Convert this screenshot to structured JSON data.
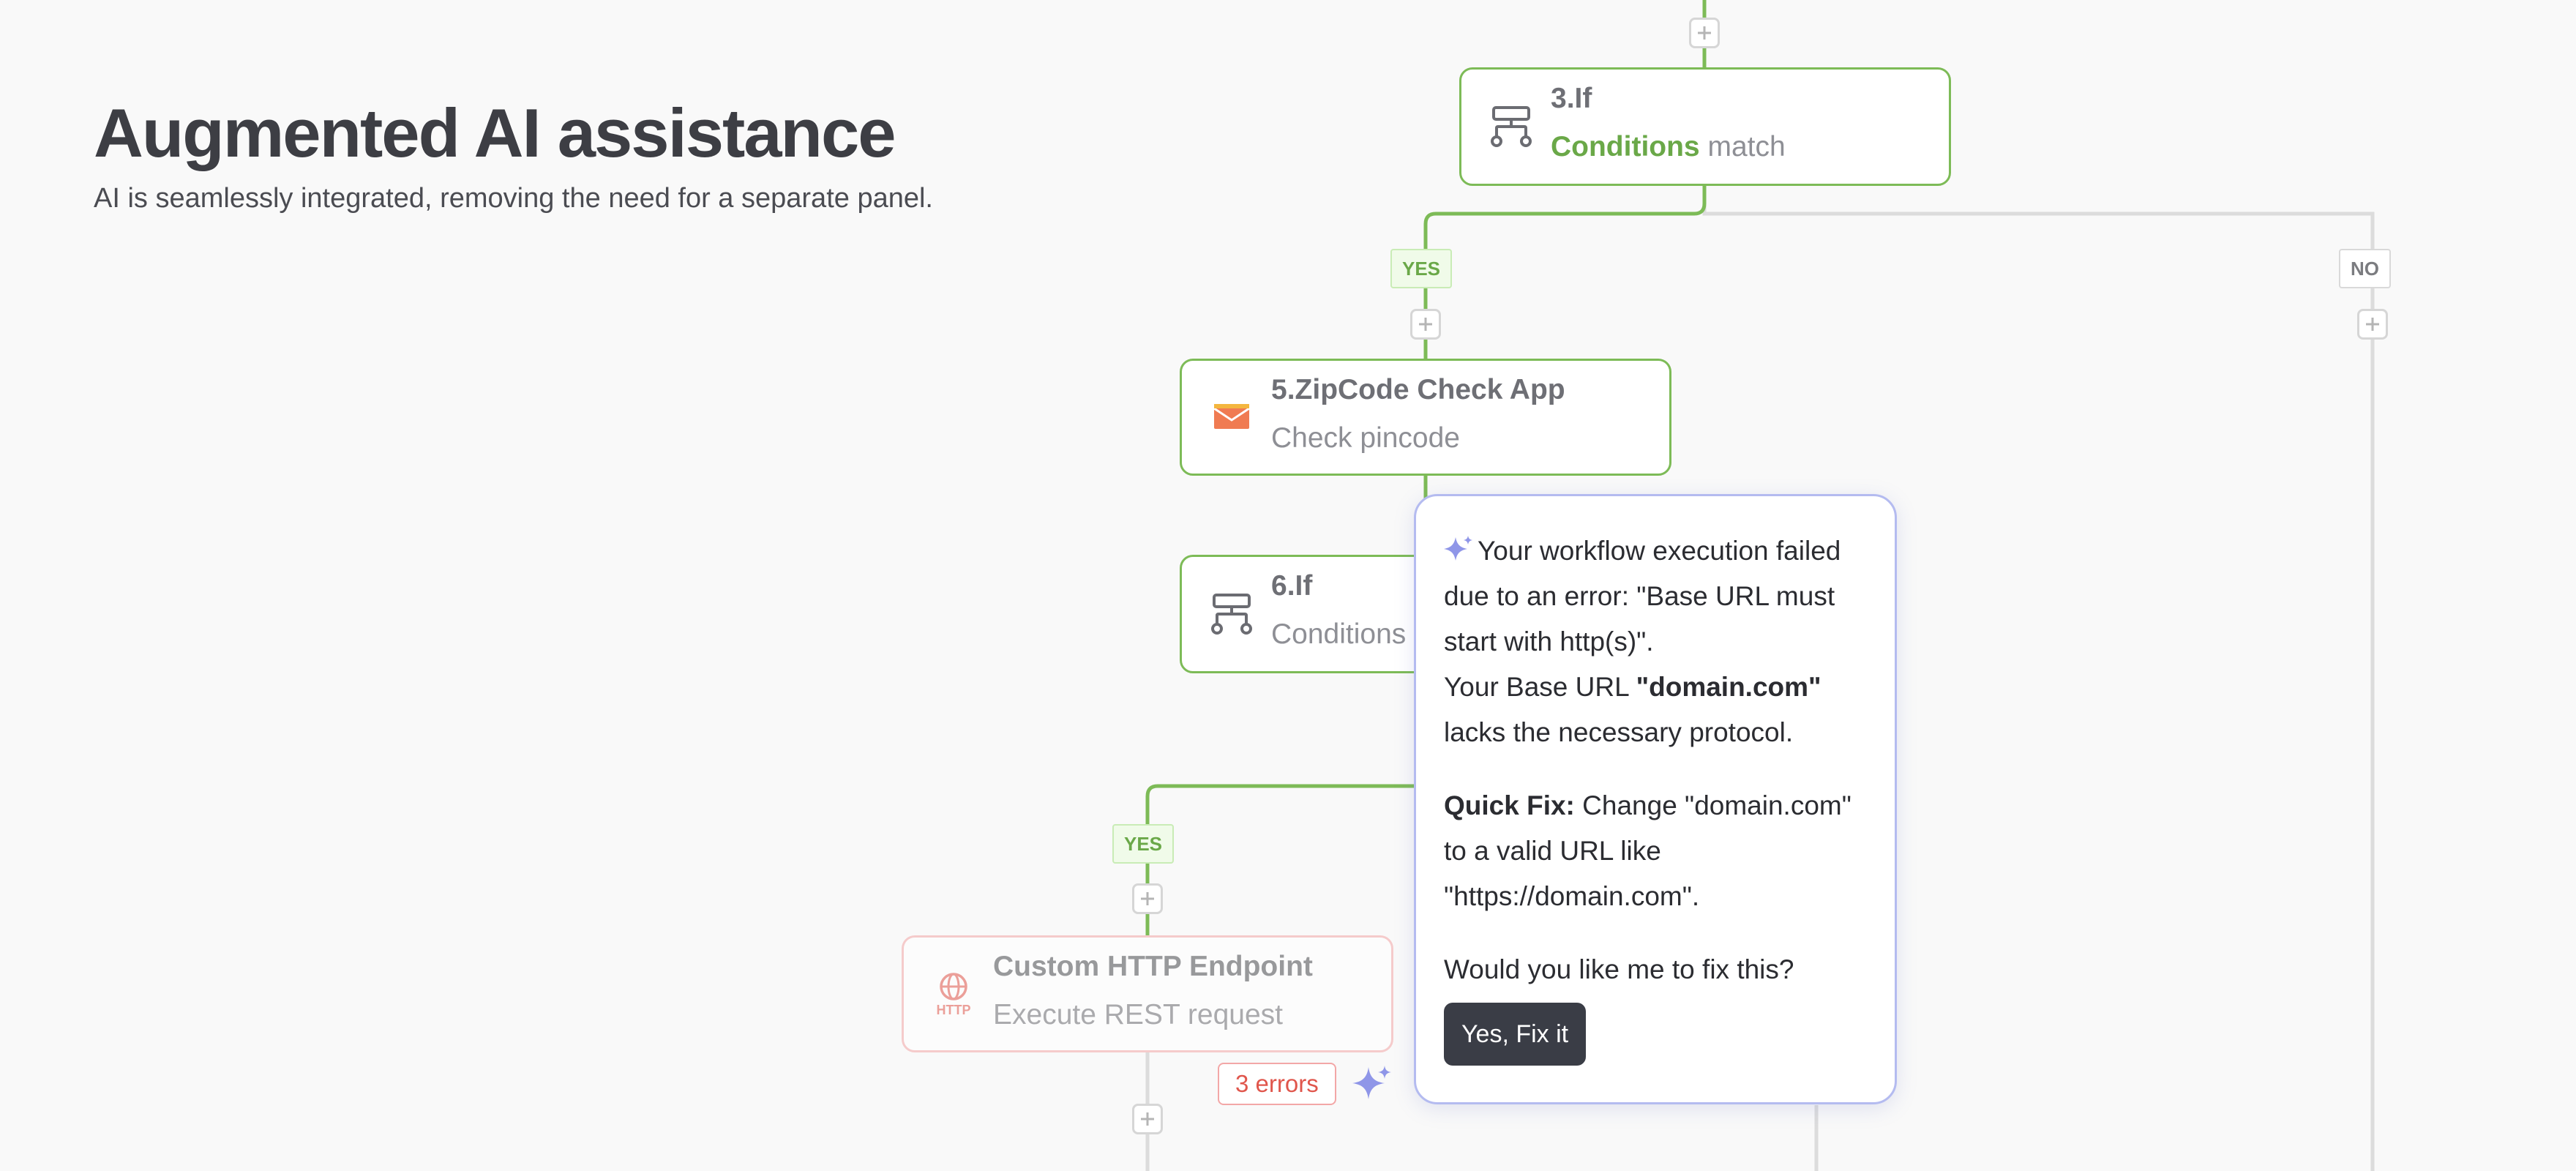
{
  "header": {
    "title": "Augmented AI assistance",
    "subtitle": "AI is seamlessly integrated, removing the need for a separate panel."
  },
  "workflow": {
    "nodes": [
      {
        "number": "3.",
        "title": "If",
        "subtitle_highlight": "Conditions",
        "subtitle_rest": " match",
        "icon": "branch-icon"
      },
      {
        "number": "5.",
        "title": "ZipCode Check App",
        "subtitle": "Check pincode",
        "icon": "envelope-icon"
      },
      {
        "number": "6.",
        "title": "If",
        "subtitle": "Conditions match",
        "icon": "branch-icon"
      },
      {
        "title": "Custom HTTP Endpoint",
        "subtitle": "Execute REST request",
        "icon": "http-globe-icon",
        "icon_text": "HTTP"
      }
    ],
    "branches": {
      "yes": "YES",
      "no": "NO"
    },
    "errors_badge": "3 errors"
  },
  "ai_popup": {
    "intro": "Your workflow execution failed due to an error: \"Base URL must start with http(s)\".",
    "base_url_prefix": "Your Base URL ",
    "base_url_value": "\"domain.com\"",
    "base_url_suffix": " lacks the necessary protocol.",
    "quick_fix_label": "Quick Fix:",
    "quick_fix_text": " Change \"domain.com\" to a valid URL like \"https://domain.com\".",
    "question": "Would you like me to fix this?",
    "button_label": "Yes, Fix it"
  },
  "colors": {
    "accent_green": "#7dbb57",
    "accent_purple": "#8f96e8",
    "error_red": "#e0564c",
    "dark_button": "#3a3d46",
    "connector_gray": "#dcdcdc"
  }
}
